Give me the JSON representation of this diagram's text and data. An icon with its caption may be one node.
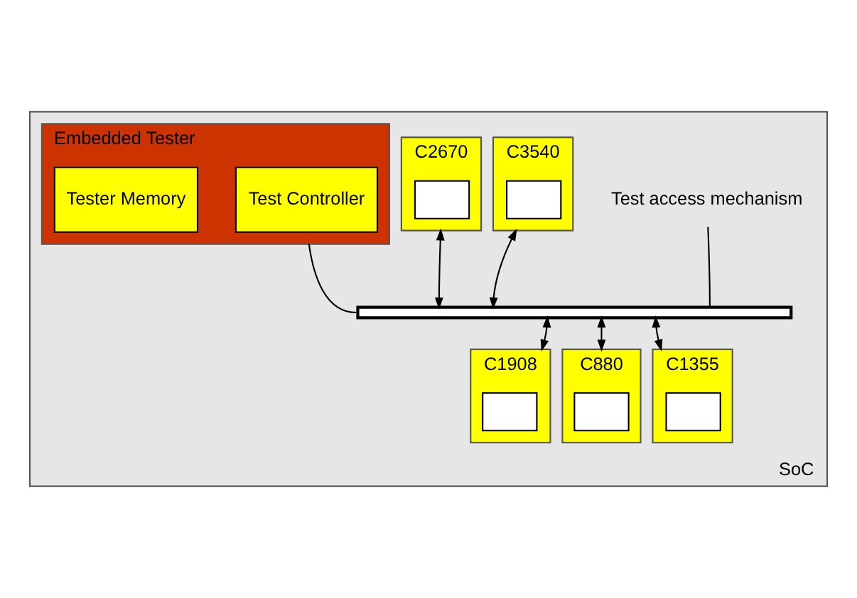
{
  "diagram": {
    "nodes": [
      {
        "text": [
          "SoC"
        ]
      },
      {
        "text": [
          "Embedded Tester"
        ],
        "in": 0
      },
      {
        "text": [
          "Test Controller"
        ],
        "in": 1
      },
      {
        "text": [
          "Tester Memory"
        ],
        "in": 1
      },
      {
        "text": [
          "C2670"
        ],
        "in": 0
      },
      {
        "text": [],
        "shape": "box",
        "in": 4
      },
      {
        "text": [
          "C3540"
        ],
        "in": 0
      },
      {
        "text": [],
        "shape": "box",
        "in": 6
      },
      {
        "text": [],
        "shape": "bar",
        "in": 0
      },
      {
        "text": [
          "Test access mechanism"
        ],
        "in": 0
      },
      {
        "text": [
          "C1908"
        ],
        "in": 0
      },
      {
        "text": [],
        "shape": "box",
        "in": 10
      },
      {
        "text": [
          "C880"
        ],
        "in": 0
      },
      {
        "text": [],
        "shape": "box",
        "in": 12
      },
      {
        "text": [
          "C1355"
        ],
        "in": 0
      },
      {
        "text": [],
        "shape": "box",
        "in": 14
      }
    ],
    "edges": [
      {
        "from": 1,
        "to": 8,
        "arrow": "none"
      },
      {
        "from": 4,
        "to": 8,
        "arrow": "both"
      },
      {
        "from": 6,
        "to": 8,
        "arrow": "both"
      },
      {
        "from": 8,
        "to": 10,
        "arrow": "both"
      },
      {
        "from": 8,
        "to": 12,
        "arrow": "both"
      },
      {
        "from": 8,
        "to": 14,
        "arrow": "both"
      },
      {
        "from": 9,
        "to": 8,
        "arrow": "none"
      }
    ]
  }
}
